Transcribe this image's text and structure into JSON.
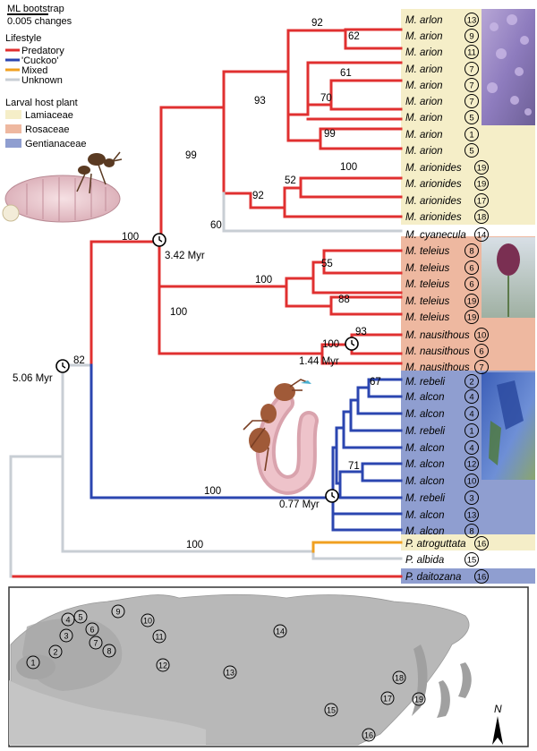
{
  "scale_bar": {
    "title": "ML bootstrap",
    "value": "0.005 changes"
  },
  "legend": {
    "lifestyle_title": "Lifestyle",
    "lifestyles": [
      {
        "label": "Predatory",
        "color": "#e03030"
      },
      {
        "label": "'Cuckoo'",
        "color": "#2b46b0"
      },
      {
        "label": "Mixed",
        "color": "#f0a020"
      },
      {
        "label": "Unknown",
        "color": "#c8ced4"
      }
    ],
    "host_title": "Larval host plant",
    "hosts": [
      {
        "label": "Lamiaceae",
        "color": "#f5eec8"
      },
      {
        "label": "Rosaceae",
        "color": "#eeb8a0"
      },
      {
        "label": "Gentianaceae",
        "color": "#8f9ed0"
      }
    ]
  },
  "taxa": [
    {
      "name": "M. arlon",
      "loc": "13",
      "host": "Lamiaceae"
    },
    {
      "name": "M. arion",
      "loc": "9",
      "host": "Lamiaceae"
    },
    {
      "name": "M. arion",
      "loc": "11",
      "host": "Lamiaceae"
    },
    {
      "name": "M. arion",
      "loc": "7",
      "host": "Lamiaceae"
    },
    {
      "name": "M. arion",
      "loc": "7",
      "host": "Lamiaceae"
    },
    {
      "name": "M. arion",
      "loc": "7",
      "host": "Lamiaceae"
    },
    {
      "name": "M. arion",
      "loc": "5",
      "host": "Lamiaceae"
    },
    {
      "name": "M. arion",
      "loc": "1",
      "host": "Lamiaceae"
    },
    {
      "name": "M. arion",
      "loc": "5",
      "host": "Lamiaceae"
    },
    {
      "name": "M. arionides",
      "loc": "19",
      "host": "Lamiaceae"
    },
    {
      "name": "M. arionides",
      "loc": "19",
      "host": "Lamiaceae"
    },
    {
      "name": "M. arionides",
      "loc": "17",
      "host": "Lamiaceae"
    },
    {
      "name": "M. arionides",
      "loc": "18",
      "host": "Lamiaceae"
    },
    {
      "name": "M. cyanecula",
      "loc": "14",
      "host": ""
    },
    {
      "name": "M. teleius",
      "loc": "8",
      "host": "Rosaceae"
    },
    {
      "name": "M. teleius",
      "loc": "6",
      "host": "Rosaceae"
    },
    {
      "name": "M. teleius",
      "loc": "6",
      "host": "Rosaceae"
    },
    {
      "name": "M. teleius",
      "loc": "19",
      "host": "Rosaceae"
    },
    {
      "name": "M. teleius",
      "loc": "19",
      "host": "Rosaceae"
    },
    {
      "name": "M. nausithous",
      "loc": "10",
      "host": "Rosaceae"
    },
    {
      "name": "M. nausithous",
      "loc": "6",
      "host": "Rosaceae"
    },
    {
      "name": "M. nausithous",
      "loc": "7",
      "host": "Rosaceae"
    },
    {
      "name": "M. rebeli",
      "loc": "2",
      "host": "Gentianaceae"
    },
    {
      "name": "M. alcon",
      "loc": "4",
      "host": "Gentianaceae"
    },
    {
      "name": "M. alcon",
      "loc": "4",
      "host": "Gentianaceae"
    },
    {
      "name": "M. rebeli",
      "loc": "1",
      "host": "Gentianaceae"
    },
    {
      "name": "M. alcon",
      "loc": "4",
      "host": "Gentianaceae"
    },
    {
      "name": "M. alcon",
      "loc": "12",
      "host": "Gentianaceae"
    },
    {
      "name": "M. alcon",
      "loc": "10",
      "host": "Gentianaceae"
    },
    {
      "name": "M. rebeli",
      "loc": "3",
      "host": "Gentianaceae"
    },
    {
      "name": "M. alcon",
      "loc": "13",
      "host": "Gentianaceae"
    },
    {
      "name": "M. alcon",
      "loc": "8",
      "host": "Gentianaceae"
    },
    {
      "name": "P. atroguttata",
      "loc": "16",
      "host": "Lamiaceae"
    },
    {
      "name": "P. albida",
      "loc": "15",
      "host": ""
    },
    {
      "name": "P. daitozana",
      "loc": "16",
      "host": "Gentianaceae"
    }
  ],
  "bootstrap": {
    "b92a": "92",
    "b62": "62",
    "b61": "61",
    "b70": "70",
    "b93a": "93",
    "b99a": "99",
    "b99b": "99",
    "b100a": "100",
    "b52": "52",
    "b92b": "92",
    "b60": "60",
    "b55": "55",
    "b88": "88",
    "b100b": "100",
    "b100c": "100",
    "b93b": "93",
    "b100d": "100",
    "b100e": "100",
    "b82": "82",
    "b67": "67",
    "b71": "71",
    "b100f": "100",
    "b100g": "100"
  },
  "dates": {
    "d1": "3.42 Myr",
    "d2": "1.44 Myr",
    "d3": "5.06 Myr",
    "d4": "0.77 Myr"
  },
  "map": {
    "north": "N",
    "locations": [
      "1",
      "2",
      "3",
      "4",
      "5",
      "6",
      "7",
      "8",
      "9",
      "10",
      "11",
      "12",
      "13",
      "14",
      "15",
      "16",
      "17",
      "18",
      "19"
    ]
  }
}
